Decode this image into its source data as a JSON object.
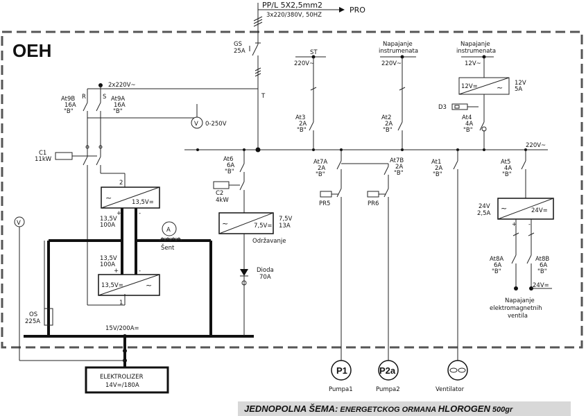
{
  "diagram": {
    "cable": {
      "label": "PP/L 5X2,5mm2",
      "spec": "3x220/380V, 50HZ",
      "target": "PRO"
    },
    "enclosure_label": "OEH",
    "buses": {
      "main": "220V~",
      "left": "2x220V~",
      "low": "15V/200A=",
      "aux24": "24V="
    },
    "gs": {
      "name": "GS",
      "rating": "25A"
    },
    "t_label": "T",
    "st": {
      "name": "ST",
      "voltage": "220V~"
    },
    "napajanje1": {
      "line1": "Napajanje",
      "line2": "instrumenata",
      "voltage": "220V~"
    },
    "napajanje2": {
      "line1": "Napajanje",
      "line2": "instrumenata",
      "voltage": "12V~"
    },
    "psu12": {
      "in": "12V=",
      "ac": "~",
      "label": "12V",
      "rating": "5A"
    },
    "d3": {
      "name": "D3"
    },
    "breakers": {
      "at9b": {
        "name": "At9B",
        "rating": "16A",
        "type": "\"B\"",
        "phase": "R"
      },
      "at9a": {
        "name": "At9A",
        "rating": "16A",
        "type": "\"B\"",
        "phase": "S"
      },
      "at3": {
        "name": "At3",
        "rating": "2A",
        "type": "\"B\""
      },
      "at2": {
        "name": "At2",
        "rating": "2A",
        "type": "\"B\""
      },
      "at4": {
        "name": "At4",
        "rating": "4A",
        "type": "\"B\""
      },
      "at6": {
        "name": "At6",
        "rating": "6A",
        "type": "\"B\""
      },
      "at7a": {
        "name": "At7A",
        "rating": "2A",
        "type": "\"B\""
      },
      "at7b": {
        "name": "At7B",
        "rating": "2A",
        "type": "\"B\""
      },
      "at1": {
        "name": "At1",
        "rating": "2A",
        "type": "\"B\""
      },
      "at5": {
        "name": "At5",
        "rating": "4A",
        "type": "\"B\""
      },
      "at8a": {
        "name": "At8A",
        "rating": "6A",
        "type": "\"B\""
      },
      "at8b": {
        "name": "At8B",
        "rating": "6A",
        "type": "\"B\""
      }
    },
    "voltmeter": {
      "range": "0-250V"
    },
    "c1": {
      "name": "C1",
      "rating": "11kW"
    },
    "c2": {
      "name": "C2",
      "rating": "4kW"
    },
    "rect2": {
      "ac": "~",
      "dc": "13,5V=",
      "num": "2",
      "v": "13,5V",
      "a": "100A",
      "plus": "+",
      "minus": "-"
    },
    "rect1": {
      "ac": "~",
      "dc": "13,5V=",
      "num": "1",
      "v": "13,5V",
      "a": "100A",
      "plus": "+",
      "minus": "-"
    },
    "sent": {
      "name": "Šent"
    },
    "rect_maint": {
      "ac": "~",
      "dc": "7,5V=",
      "v": "7,5V",
      "a": "13A",
      "label": "Održavanje"
    },
    "dioda": {
      "name": "Dioda",
      "rating": "70A"
    },
    "psu24": {
      "ac": "~",
      "dc": "24V=",
      "v": "24V",
      "a": "2,5A",
      "plus": "+",
      "minus": "-"
    },
    "os": {
      "name": "OS",
      "rating": "225A"
    },
    "pr5": {
      "name": "PR5"
    },
    "pr6": {
      "name": "PR6"
    },
    "ventili": {
      "line1": "Napajanje",
      "line2": "elektromagnetnih",
      "line3": "ventila"
    },
    "loads": {
      "p1": {
        "symbol": "P1",
        "name": "Pumpa1"
      },
      "p2": {
        "symbol": "P2a",
        "name": "Pumpa2"
      },
      "vent": {
        "name": "Ventilator"
      }
    },
    "elektrolizer": {
      "line1": "ELEKTROLIZER",
      "line2": "14V=/180A"
    },
    "title": {
      "bold": "JEDNOPOLNA ŠEMA:",
      "middle": " ENERGETCKOG ORMANA ",
      "bold2": "HLOROGEN",
      "tail": " 500gr"
    }
  }
}
